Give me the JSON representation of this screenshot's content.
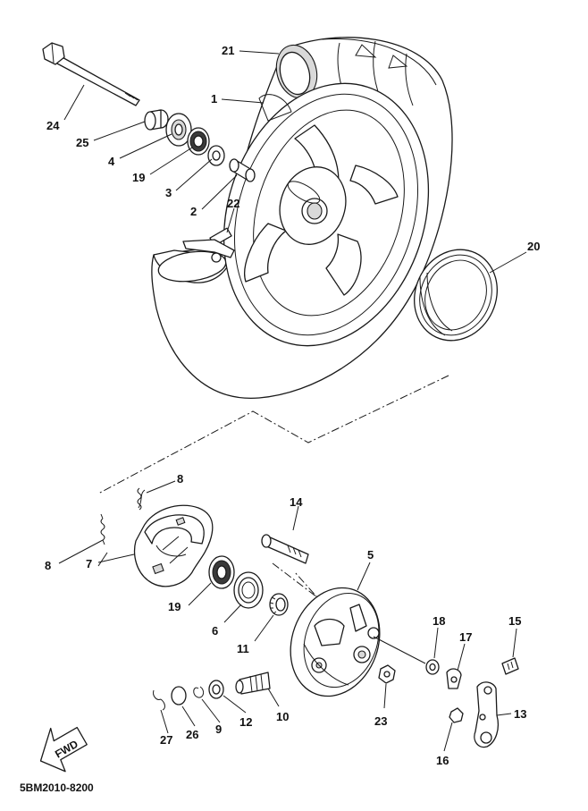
{
  "diagram_code": "5BM2010-8200",
  "fwd_label": "FWD",
  "callouts": {
    "p1": "1",
    "p2": "2",
    "p3": "3",
    "p4": "4",
    "p5": "5",
    "p6": "6",
    "p7": "7",
    "p8a": "8",
    "p8b": "8",
    "p9": "9",
    "p10": "10",
    "p11": "11",
    "p12": "12",
    "p13": "13",
    "p14": "14",
    "p15": "15",
    "p16": "16",
    "p17": "17",
    "p18": "18",
    "p19a": "19",
    "p19b": "19",
    "p20": "20",
    "p21": "21",
    "p22": "22",
    "p23": "23",
    "p24": "24",
    "p25": "25",
    "p26": "26",
    "p27": "27"
  }
}
